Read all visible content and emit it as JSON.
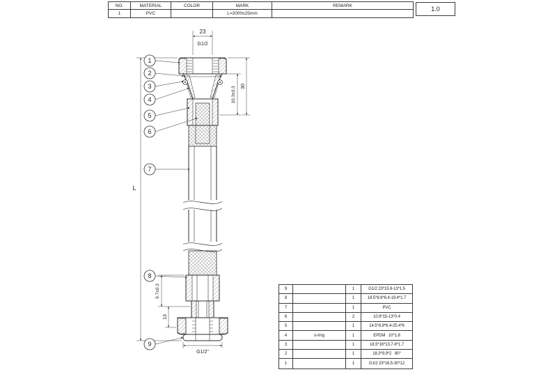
{
  "title_block": {
    "headers": [
      "NO.",
      "MATERIAL",
      "COLOR",
      "MARK",
      "REMARK"
    ],
    "row": {
      "no": "1",
      "material": "PVC",
      "color": "",
      "mark": "L=2000±25mm",
      "remark": ""
    },
    "version": "1.0"
  },
  "dimensions": {
    "top_width": "23",
    "top_thread": "G1/2",
    "insert_depth": "10.3±0.3",
    "nut_height": "30",
    "overall_length": "L",
    "lower_insert": "9.7±0.3",
    "lower_nut": "13",
    "bottom_thread": "G1/2\""
  },
  "balloons": [
    "1",
    "2",
    "3",
    "4",
    "5",
    "6",
    "7",
    "8",
    "9"
  ],
  "parts_table": {
    "rows": [
      {
        "no": "9",
        "name": "",
        "qty": "1",
        "spec": "G1/2 23*15.9-13*1.5"
      },
      {
        "no": "8",
        "name": "",
        "qty": "1",
        "spec": "18.5*8.8*6.4-19.4*1.7"
      },
      {
        "no": "7",
        "name": "",
        "qty": "1",
        "spec": "PVC"
      },
      {
        "no": "6",
        "name": "",
        "qty": "2",
        "spec": "10.6*15-13*0.4"
      },
      {
        "no": "5",
        "name": "",
        "qty": "1",
        "spec": "14.5*8.8*6.4-25.4*6"
      },
      {
        "no": "4",
        "name": "o-ring",
        "qty": "1",
        "spec": "EPDM   10*1.8"
      },
      {
        "no": "3",
        "name": "",
        "qty": "1",
        "spec": "18.5*16*13.7-9*1.7"
      },
      {
        "no": "2",
        "name": "",
        "qty": "1",
        "spec": "18.3*9.9*2   80°"
      },
      {
        "no": "1",
        "name": "",
        "qty": "1",
        "spec": "G1/2 23*16.5-30*12"
      }
    ]
  }
}
